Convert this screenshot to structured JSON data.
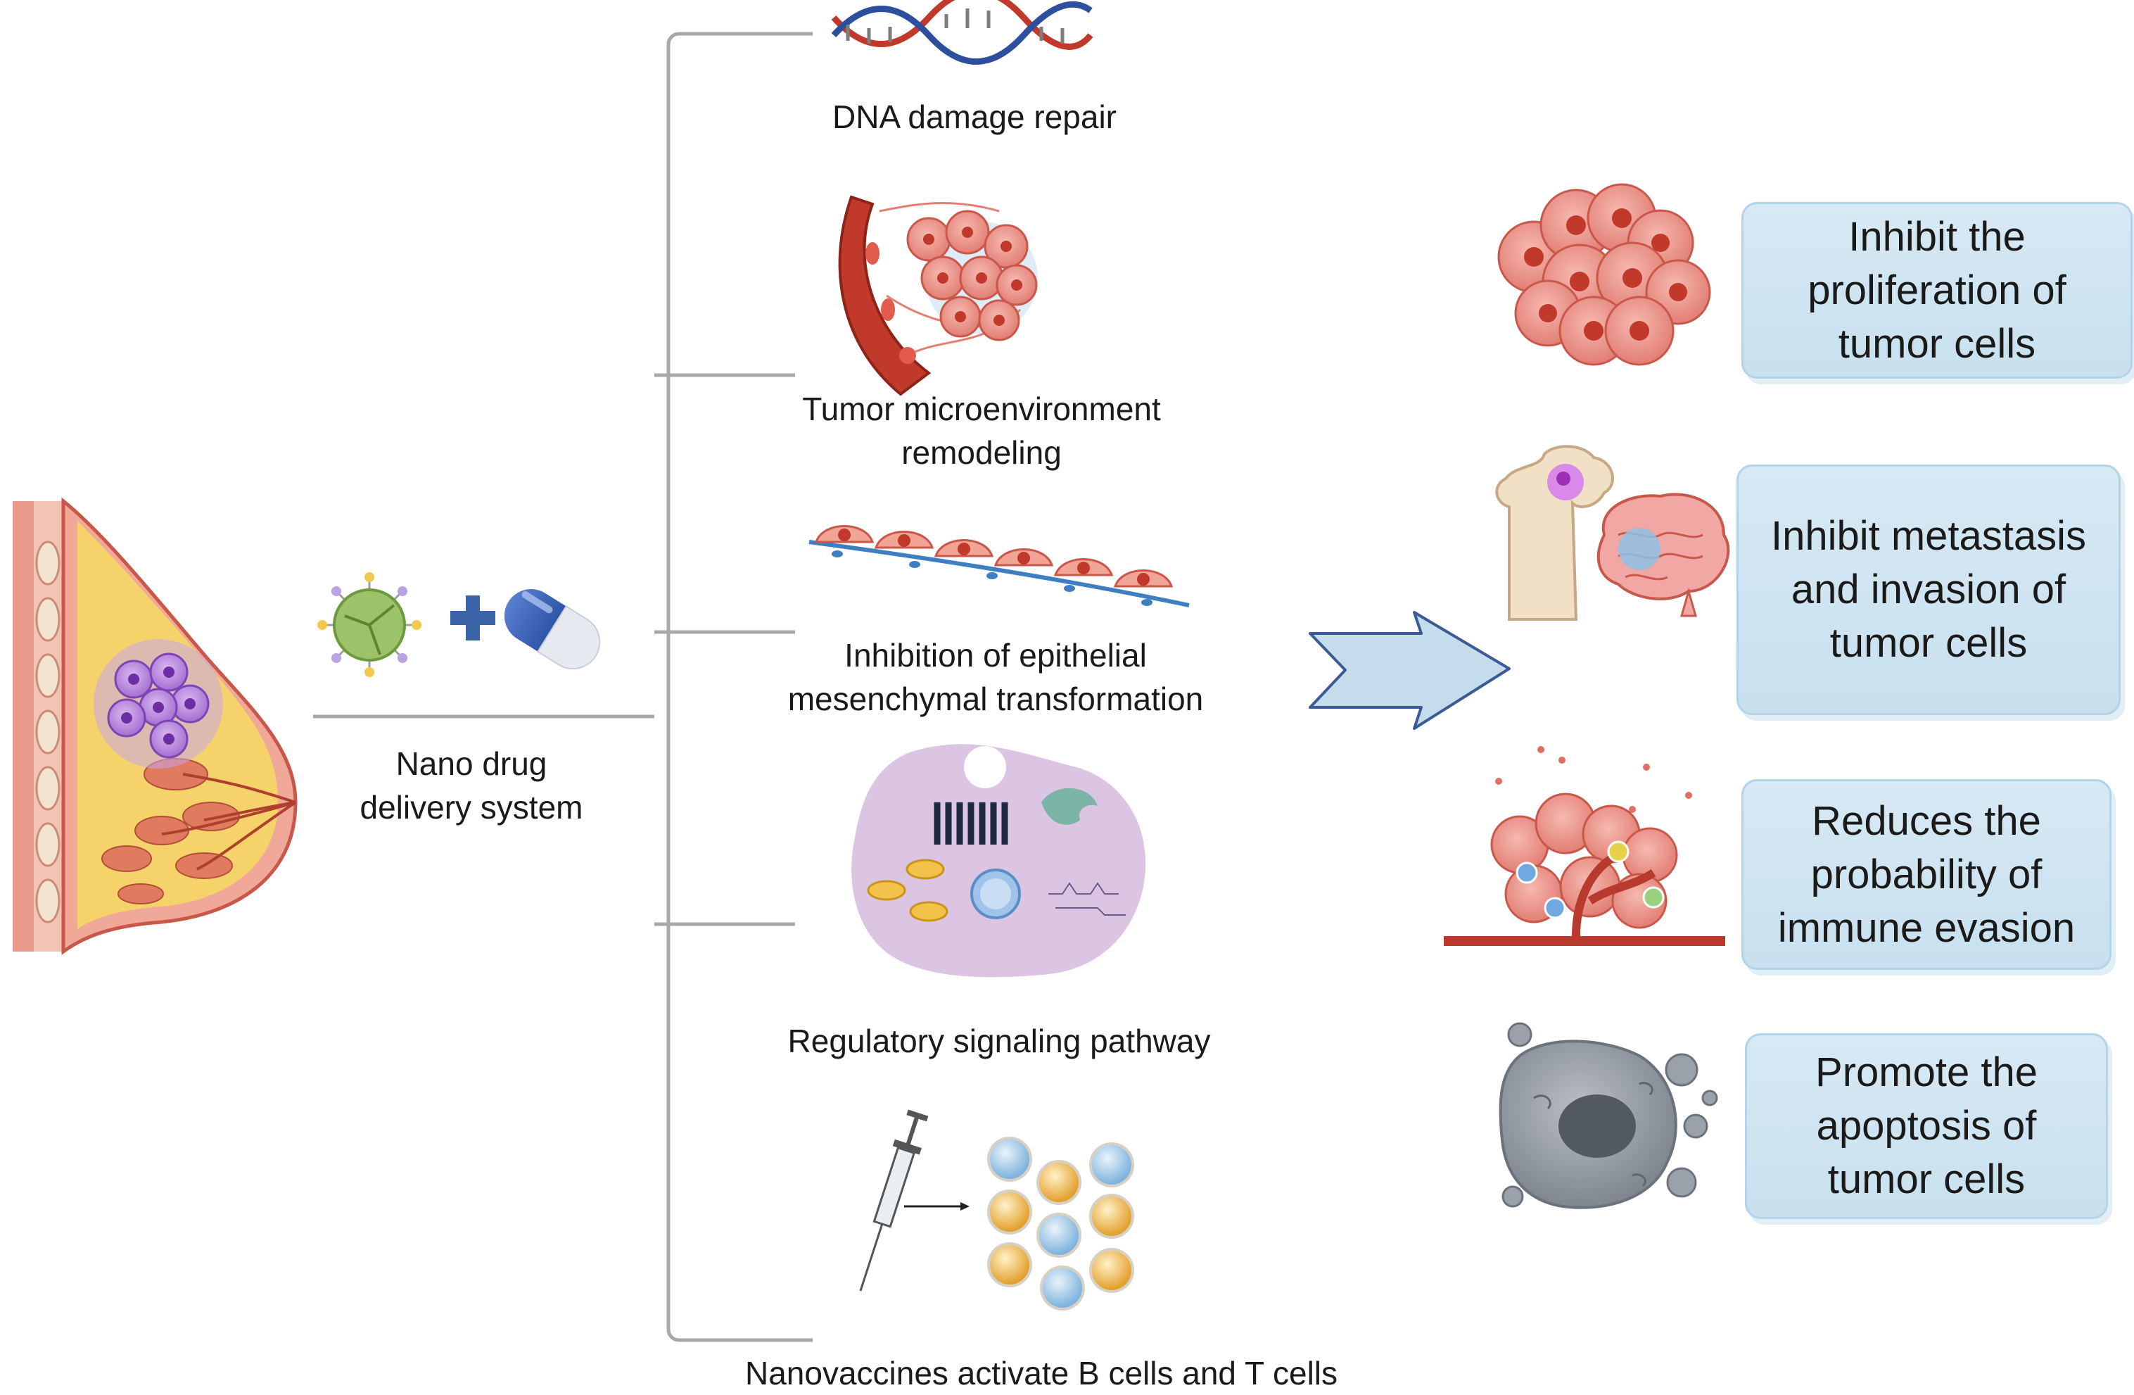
{
  "input": {
    "label_line1": "Nano drug",
    "label_line2": "delivery system"
  },
  "mechanisms": [
    {
      "line1": "DNA damage repair",
      "line2": ""
    },
    {
      "line1": "Tumor microenvironment",
      "line2": "remodeling"
    },
    {
      "line1": "Inhibition of epithelial",
      "line2": "mesenchymal transformation"
    },
    {
      "line1": "Regulatory signaling pathway",
      "line2": ""
    },
    {
      "line1": "Nanovaccines activate B cells and T cells",
      "line2": ""
    }
  ],
  "outcomes": [
    {
      "line1": "Inhibit the",
      "line2": "proliferation of",
      "line3": "tumor cells"
    },
    {
      "line1": "Inhibit metastasis",
      "line2": "and invasion of",
      "line3": "tumor cells"
    },
    {
      "line1": "Reduces the",
      "line2": "probability of",
      "line3": "immune evasion"
    },
    {
      "line1": "Promote the",
      "line2": "apoptosis of",
      "line3": "tumor cells"
    }
  ],
  "colors": {
    "connector": "#a8a8a8",
    "arrow_fill": "#c5dced",
    "arrow_stroke": "#3c5a96",
    "box_fill": "#cfe4f1",
    "plus": "#3b63a8"
  }
}
